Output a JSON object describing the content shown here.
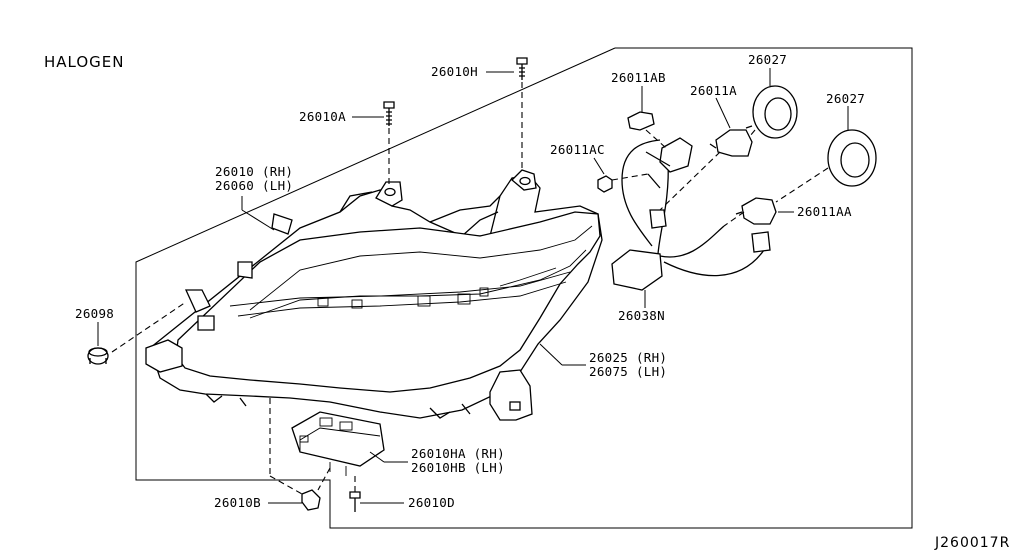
{
  "header": {
    "title": "HALOGEN"
  },
  "diagram_code": "J260017R",
  "parts": {
    "p26010H": "26010H",
    "p26010A": "26010A",
    "p26010_rh": "26010 (RH)",
    "p26060_lh": "26060 (LH)",
    "p26098": "26098",
    "p26011AB": "26011AB",
    "p26011AC": "26011AC",
    "p26011A": "26011A",
    "p26027_a": "26027",
    "p26027_b": "26027",
    "p26011AA": "26011AA",
    "p26038N": "26038N",
    "p26025_rh": "26025 (RH)",
    "p26075_lh": "26075 (LH)",
    "p26010HA_rh": "26010HA (RH)",
    "p26010HB_lh": "26010HB (LH)",
    "p26010B": "26010B",
    "p26010D": "26010D"
  }
}
